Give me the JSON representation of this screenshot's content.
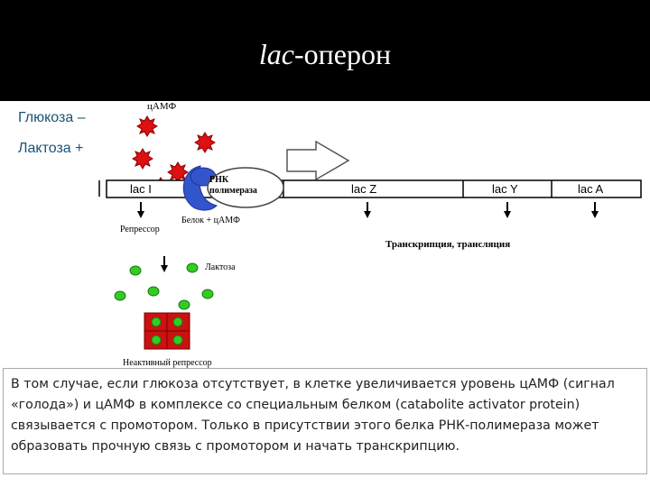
{
  "title": {
    "italic": "lac",
    "rest": "-оперон"
  },
  "conditions": [
    {
      "label": "Глюкоза",
      "sign": "–"
    },
    {
      "label": "Лактоза",
      "sign": "+"
    }
  ],
  "labels": {
    "camp": "цАМФ",
    "rna_pol_line1": "РНК",
    "rna_pol_line2": "полимераза",
    "protein_camp": "Белок + цАМФ",
    "repressor": "Репрессор",
    "lactose": "Лактоза",
    "inactive_repressor": "Неактивный репрессор",
    "transcription": "Транскрипция, трансляция"
  },
  "genes": [
    "lac I",
    "lac Z",
    "lac Y",
    "lac A"
  ],
  "colors": {
    "camp": "#dd1111",
    "lactose": "#33cc22",
    "repressor": "#cc1111",
    "protein": "#3355cc",
    "text_blue": "#1a5276"
  },
  "caption": "В том случае, если глюкоза отсутствует, в клетке увеличивается уровень цАМФ (сигнал «голода») и цАМФ в комплексе со специальным белком (catabolite activator protein) связывается с промотором. Только в присутствии этого белка РНК-полимераза может образовать прочную связь с промотором и начать транскрипцию."
}
